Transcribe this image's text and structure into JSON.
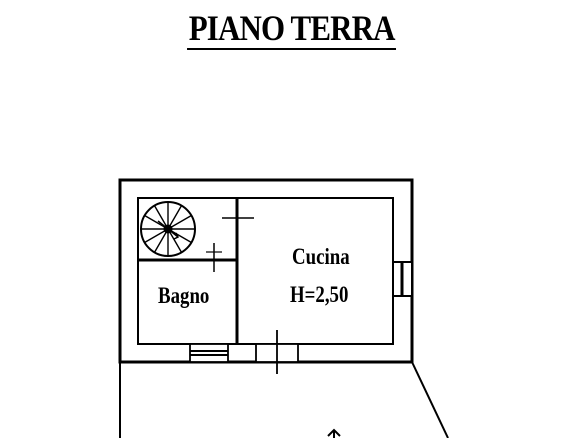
{
  "title": "PIANO TERRA",
  "rooms": {
    "bagno": {
      "label": "Bagno"
    },
    "cucina": {
      "label": "Cucina",
      "height": "H=2,50"
    }
  },
  "colors": {
    "line": "#000000",
    "background": "#ffffff"
  }
}
